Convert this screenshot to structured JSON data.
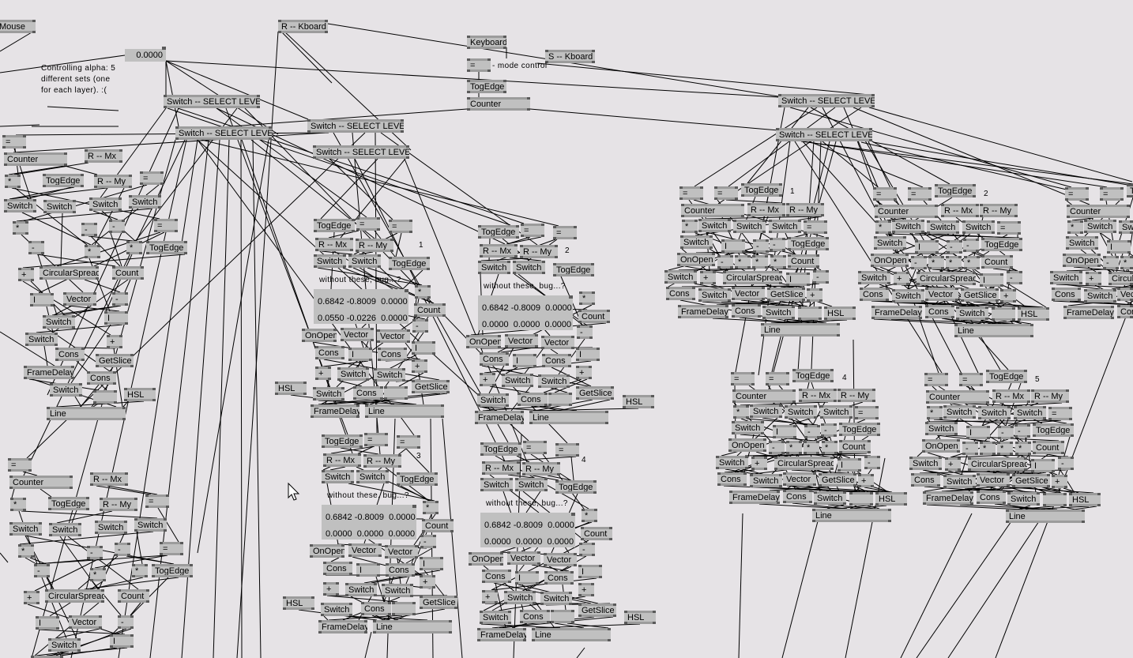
{
  "top": {
    "mouse": "Mouse",
    "alpha_value": "0.0000",
    "comment_lines": [
      "Controlling alpha: 5",
      "different sets (one",
      "for each layer). :("
    ],
    "r_kboard": "R -- Kboard",
    "keyboard": "Keyboard",
    "s_kboard": "S -- Kboard",
    "mode_eq": "=",
    "mode_control": "- mode control",
    "togedge": "TogEdge",
    "counter": "Counter",
    "select_level": "Switch -- SELECT LEVEL"
  },
  "left_module": {
    "nodes": [
      "=",
      "Counter",
      "R -- Mx",
      "*",
      "TogEdge",
      "R -- My",
      "=",
      "Switch",
      "Switch",
      "Switch",
      "Switch",
      "*",
      "-",
      "-",
      "=",
      "-",
      "*",
      "*",
      "TogEdge",
      "+",
      "CircularSpread",
      "Count",
      "I",
      "Vector",
      "-",
      "I",
      "Switch",
      "Switch",
      "+",
      "Cons",
      "GetSlice",
      "FrameDelay",
      "Cons",
      "Switch",
      "",
      "HSL",
      "Line"
    ]
  },
  "mid_module": {
    "comment": "without these, bug...?",
    "hsl": "HSL",
    "nodes": [
      "TogEdge",
      "=",
      "=",
      "R -- Mx",
      "R -- My",
      "Switch",
      "Switch",
      "TogEdge",
      "*",
      "Count",
      "-",
      "I",
      "+",
      "GetSlice",
      "OnOpen",
      "Vector",
      "Vector",
      "Cons",
      "I",
      "Cons",
      "+",
      "Switch",
      "Switch",
      "Switch",
      "Cons",
      "",
      "FrameDelay",
      "Line"
    ]
  },
  "right_module": {
    "nodes": [
      "=",
      "=",
      "TogEdge",
      "Counter",
      "R -- Mx",
      "R -- My",
      "*",
      "Switch",
      "Switch",
      "Switch",
      "=",
      "Switch",
      "I",
      "-",
      "-",
      "TogEdge",
      "OnOpen",
      "-",
      "*",
      "*",
      "*",
      "Count",
      "Switch",
      "+",
      "CircularSpread",
      "I",
      "-",
      "Cons",
      "Switch",
      "Vector",
      "GetSlice",
      "+",
      "FrameDelay",
      "Cons",
      "Switch",
      "",
      "HSL",
      "Line"
    ]
  },
  "instances": {
    "mid": [
      {
        "number": "1",
        "values": [
          "0.6842 -0.8009  0.0000",
          "0.0550 -0.0226  0.0000"
        ]
      },
      {
        "number": "2",
        "values": [
          "0.6842 -0.8009  0.0000",
          "0.0000  0.0000  0.0000"
        ]
      },
      {
        "number": "3",
        "values": [
          "0.6842 -0.8009  0.0000",
          "0.0000  0.0000  0.0000"
        ]
      },
      {
        "number": "4",
        "values": [
          "0.6842 -0.8009  0.0000",
          "0.0000  0.0000  0.0000"
        ]
      }
    ],
    "right": [
      {
        "number": "1"
      },
      {
        "number": "2"
      },
      {
        "number": ""
      },
      {
        "number": "4"
      },
      {
        "number": "5"
      }
    ]
  },
  "colors": {
    "background": "#e6e3e6",
    "node": "#c0c0c0",
    "node_bar": "#9c9c9c",
    "pin": "#5a5a5a",
    "link": "#000000"
  }
}
